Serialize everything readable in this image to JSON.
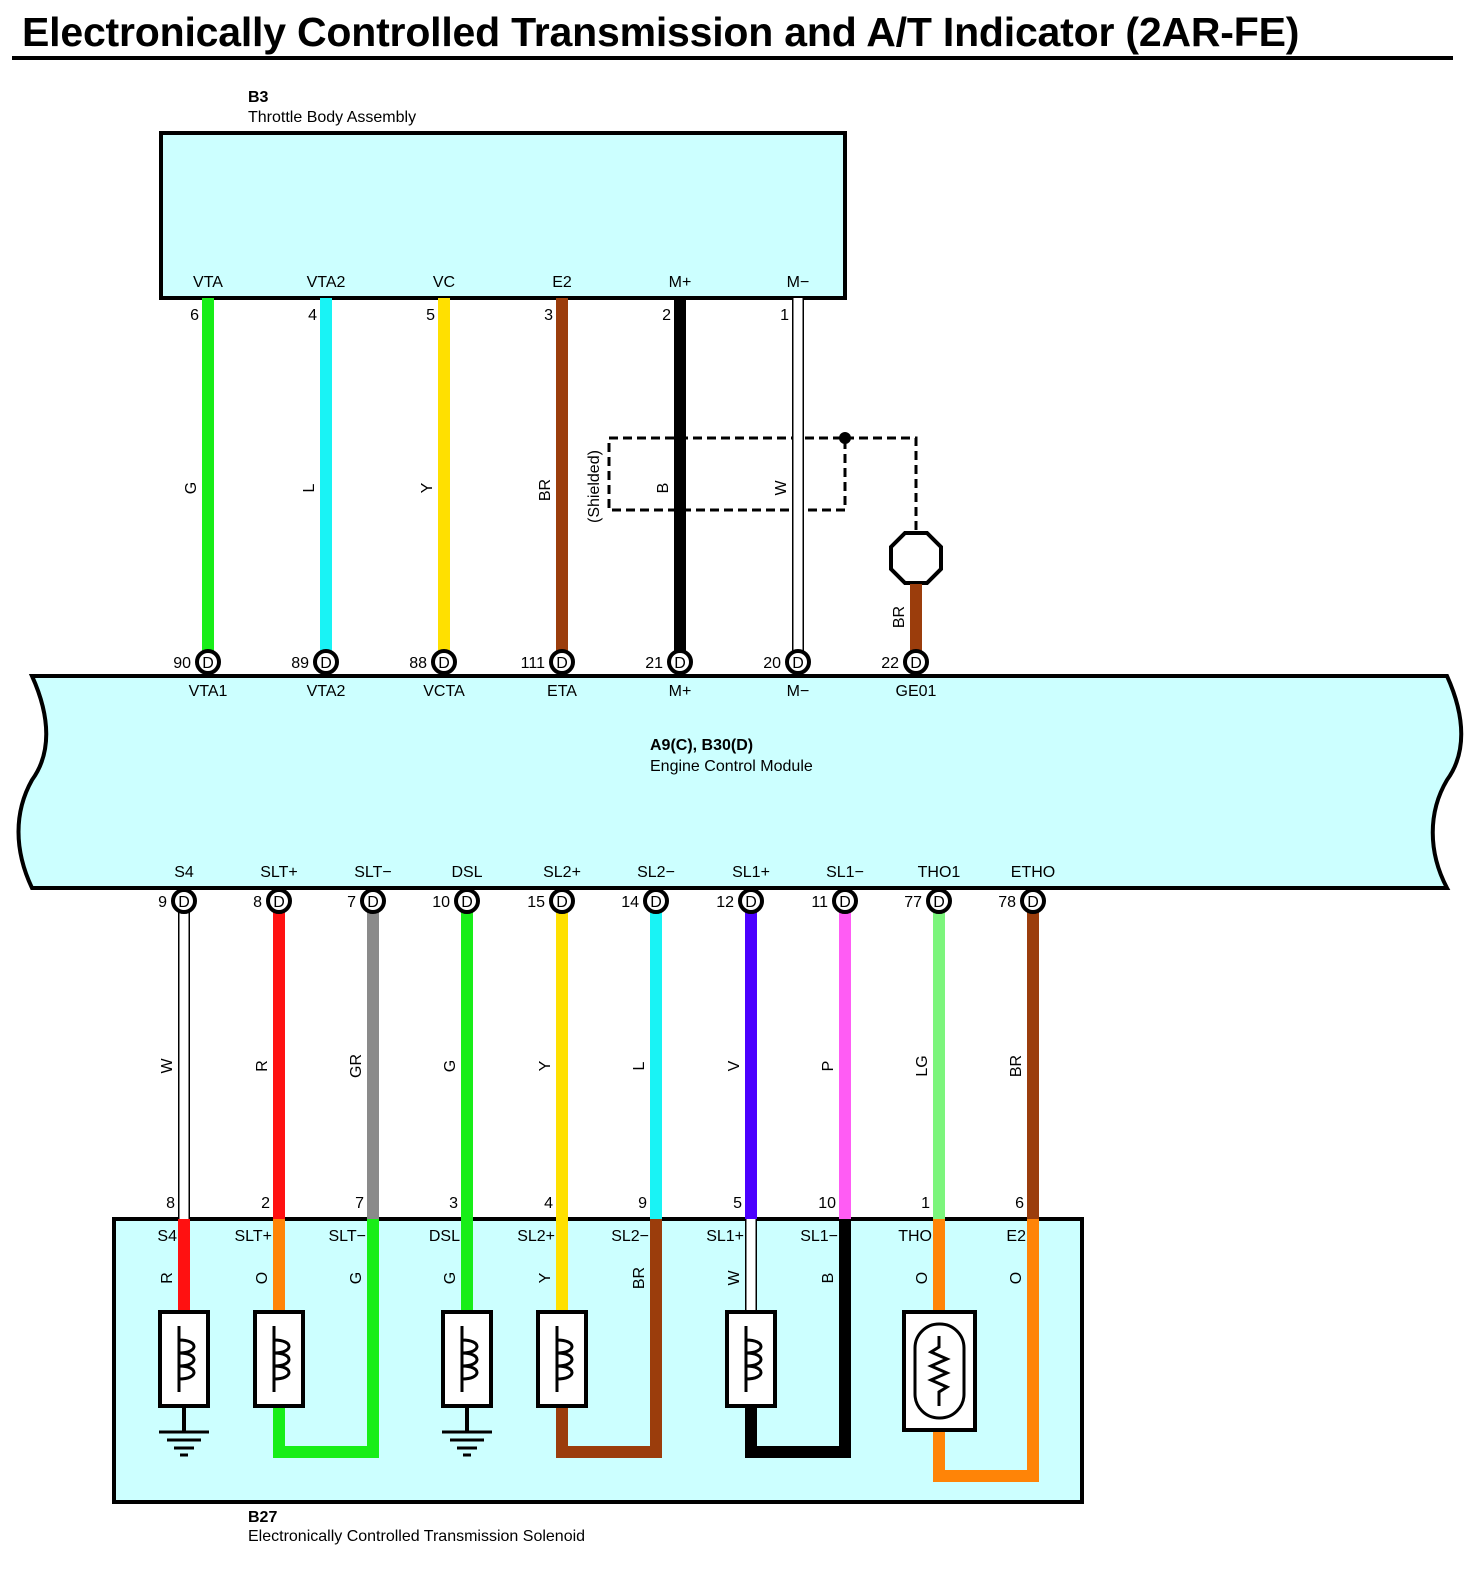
{
  "title": "Electronically Controlled Transmission and A/T Indicator (2AR-FE)",
  "components": {
    "throttle": {
      "code": "B3",
      "name": "Throttle Body Assembly"
    },
    "ecm": {
      "code": "A9(C), B30(D)",
      "name": "Engine Control Module"
    },
    "solenoid": {
      "code": "B27",
      "name": "Electronically Controlled Transmission Solenoid"
    }
  },
  "shield_label": "(Shielded)",
  "colors": {
    "G": "#18ee18",
    "L": "#19f3f5",
    "Y": "#ffe000",
    "BR": "#9b3d0c",
    "B": "#000000",
    "W": "#ffffff",
    "R": "#ff1111",
    "GR": "#8a8a8a",
    "V": "#4b00ff",
    "P": "#ff5cf4",
    "LG": "#7cf57c",
    "O": "#ff8407",
    "box_fill": "#ccffff"
  },
  "top_wires": [
    {
      "tb_pin": "VTA",
      "tb_num": "6",
      "color": "G",
      "ecm_num": "90",
      "ecm_pin": "VTA1",
      "conn": "D"
    },
    {
      "tb_pin": "VTA2",
      "tb_num": "4",
      "color": "L",
      "ecm_num": "89",
      "ecm_pin": "VTA2",
      "conn": "D"
    },
    {
      "tb_pin": "VC",
      "tb_num": "5",
      "color": "Y",
      "ecm_num": "88",
      "ecm_pin": "VCTA",
      "conn": "D"
    },
    {
      "tb_pin": "E2",
      "tb_num": "3",
      "color": "BR",
      "ecm_num": "111",
      "ecm_pin": "ETA",
      "conn": "D"
    },
    {
      "tb_pin": "M+",
      "tb_num": "2",
      "color": "B",
      "ecm_num": "21",
      "ecm_pin": "M+",
      "conn": "D"
    },
    {
      "tb_pin": "M−",
      "tb_num": "1",
      "color": "W",
      "ecm_num": "20",
      "ecm_pin": "M−",
      "conn": "D"
    },
    {
      "tb_pin": "",
      "tb_num": "",
      "color": "BR",
      "ecm_num": "22",
      "ecm_pin": "GE01",
      "conn": "D"
    }
  ],
  "bottom_wires": [
    {
      "ecm_pin": "S4",
      "ecm_num": "9",
      "conn": "D",
      "color": "W",
      "sol_num": "8",
      "sol_pin": "S4",
      "inner_color": "R"
    },
    {
      "ecm_pin": "SLT+",
      "ecm_num": "8",
      "conn": "D",
      "color": "R",
      "sol_num": "2",
      "sol_pin": "SLT+",
      "inner_color": "O"
    },
    {
      "ecm_pin": "SLT−",
      "ecm_num": "7",
      "conn": "D",
      "color": "GR",
      "sol_num": "7",
      "sol_pin": "SLT−",
      "inner_color": "G"
    },
    {
      "ecm_pin": "DSL",
      "ecm_num": "10",
      "conn": "D",
      "color": "G",
      "sol_num": "3",
      "sol_pin": "DSL",
      "inner_color": "G"
    },
    {
      "ecm_pin": "SL2+",
      "ecm_num": "15",
      "conn": "D",
      "color": "Y",
      "sol_num": "4",
      "sol_pin": "SL2+",
      "inner_color": "Y"
    },
    {
      "ecm_pin": "SL2−",
      "ecm_num": "14",
      "conn": "D",
      "color": "L",
      "sol_num": "9",
      "sol_pin": "SL2−",
      "inner_color": "BR"
    },
    {
      "ecm_pin": "SL1+",
      "ecm_num": "12",
      "conn": "D",
      "color": "V",
      "sol_num": "5",
      "sol_pin": "SL1+",
      "inner_color": "W"
    },
    {
      "ecm_pin": "SL1−",
      "ecm_num": "11",
      "conn": "D",
      "color": "P",
      "sol_num": "10",
      "sol_pin": "SL1−",
      "inner_color": "B"
    },
    {
      "ecm_pin": "THO1",
      "ecm_num": "77",
      "conn": "D",
      "color": "LG",
      "sol_num": "1",
      "sol_pin": "THO",
      "inner_color": "O"
    },
    {
      "ecm_pin": "ETHO",
      "ecm_num": "78",
      "conn": "D",
      "color": "BR",
      "sol_num": "6",
      "sol_pin": "E2",
      "inner_color": "O"
    }
  ]
}
